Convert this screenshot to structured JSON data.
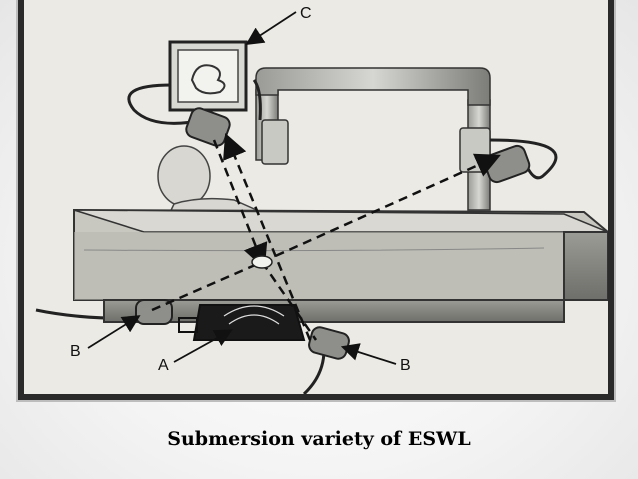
{
  "caption": "Submersion variety of ESWL",
  "diagram": {
    "labels": {
      "c": "C",
      "b_left": "B",
      "a": "A",
      "b_right": "B"
    }
  }
}
